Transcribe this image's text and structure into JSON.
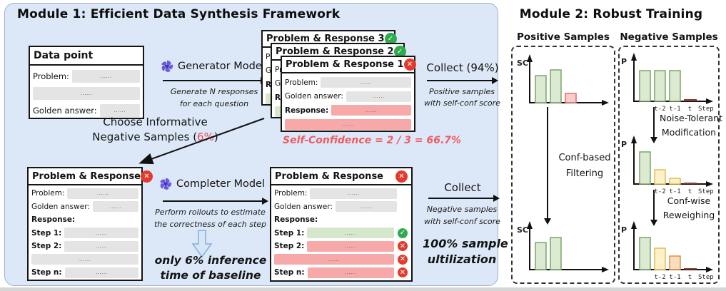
{
  "icons": {
    "check": "✓",
    "cross": "✕"
  },
  "colors": {
    "module1_bg": "#dce8f7",
    "module2_bg": "#eaf2e4",
    "gray_row": "#e4e4e4",
    "pink_row": "#f7a8a8",
    "green_row": "#d5e8cb",
    "check_green": "#2faa4e",
    "cross_red": "#e23b2e",
    "accent_red": "#e8474f",
    "self_conf_red": "#ef5b63",
    "model_icon_purple": "#6a59dd",
    "block_arrow_blue": "#d6e6f7"
  },
  "module1": {
    "title": "Module 1: Efficient Data Synthesis Framework",
    "data_point": {
      "title": "Data point",
      "problem_label": "Problem:",
      "golden_label": "Golden answer:",
      "dots": "......"
    },
    "generator": {
      "label": "Generator Model",
      "caption1": "Generate N responses",
      "caption2": "for each question"
    },
    "choose": {
      "line1": "Choose Informative",
      "line2_pre": "Negative Samples (",
      "pct": "6%",
      "line2_post": ")"
    },
    "stack": {
      "card3_title": "Problem & Response 3",
      "card2_title": "Problem & Response 2",
      "card1_title": "Problem & Response 1",
      "problem_label": "Problem:",
      "golden_label": "Golden answer:",
      "response_label": "Response:",
      "dots": "......"
    },
    "self_confidence": "Self-Confidence = 2 / 3 = 66.7%",
    "collect_top": {
      "label": "Collect (94%)",
      "caption1": "Positive samples",
      "caption2": "with self-conf score"
    },
    "neg_card": {
      "title": "Problem & Response",
      "problem_label": "Problem:",
      "golden_label": "Golden answer:",
      "response_label": "Response:",
      "step1_label": "Step 1:",
      "step2_label": "Step 2:",
      "stepn_label": "Step n:",
      "dots": "......"
    },
    "completer": {
      "label": "Completer Model",
      "caption1": "Perform rollouts to estimate",
      "caption2": "the correctness of each step",
      "note1": "only 6% inference",
      "note2": "time of baseline"
    },
    "collect_bottom": {
      "label": "Collect",
      "caption1": "Negative samples",
      "caption2": "with self-conf score",
      "note1": "100% sample",
      "note2": "ultilization"
    }
  },
  "module2": {
    "title": "Module 2: Robust Training",
    "positive_label": "Positive Samples",
    "negative_label": "Negative Samples",
    "pos_arrow_label1": "Conf-based",
    "pos_arrow_label2": "Filtering",
    "neg_arrow1_label1": "Noise-Tolerant",
    "neg_arrow1_label2": "Modification",
    "neg_arrow2_label1": "Conf-wise",
    "neg_arrow2_label2": "Reweighing"
  },
  "chart_data": [
    {
      "id": "positive-before",
      "type": "bar",
      "y_label": "SC",
      "x_label": "",
      "bars": [
        {
          "h": 38,
          "c": "green"
        },
        {
          "h": 46,
          "c": "green"
        },
        {
          "h": 13,
          "c": "pink"
        }
      ],
      "x_ticks": []
    },
    {
      "id": "positive-after-filtering",
      "type": "bar",
      "y_label": "SC",
      "x_label": "",
      "bars": [
        {
          "h": 38,
          "c": "green"
        },
        {
          "h": 45,
          "c": "green"
        }
      ],
      "x_ticks": []
    },
    {
      "id": "negative-before",
      "type": "bar",
      "y_label": "P",
      "x_label": "Step",
      "bars": [
        {
          "h": 43,
          "c": "green"
        },
        {
          "h": 43,
          "c": "green"
        },
        {
          "h": 43,
          "c": "green"
        },
        {
          "h": 3,
          "c": "stub"
        }
      ],
      "x_ticks": [
        "",
        "t-2",
        "t-1",
        "t"
      ]
    },
    {
      "id": "negative-after-modification",
      "type": "bar",
      "y_label": "P",
      "x_label": "Step",
      "bars": [
        {
          "h": 45,
          "c": "green"
        },
        {
          "h": 20,
          "c": "yellow"
        },
        {
          "h": 8,
          "c": "yellow"
        },
        {
          "h": 2,
          "c": "stub"
        }
      ],
      "x_ticks": [
        "",
        "t-2",
        "t-1",
        "t"
      ]
    },
    {
      "id": "negative-after-reweighing",
      "type": "bar",
      "y_label": "P",
      "x_label": "Step",
      "bars": [
        {
          "h": 45,
          "c": "green"
        },
        {
          "h": 30,
          "c": "yellow"
        },
        {
          "h": 19,
          "c": "orange"
        },
        {
          "h": 2,
          "c": "stub"
        }
      ],
      "x_ticks": [
        "",
        "t-2",
        "t-1",
        "t"
      ]
    }
  ]
}
